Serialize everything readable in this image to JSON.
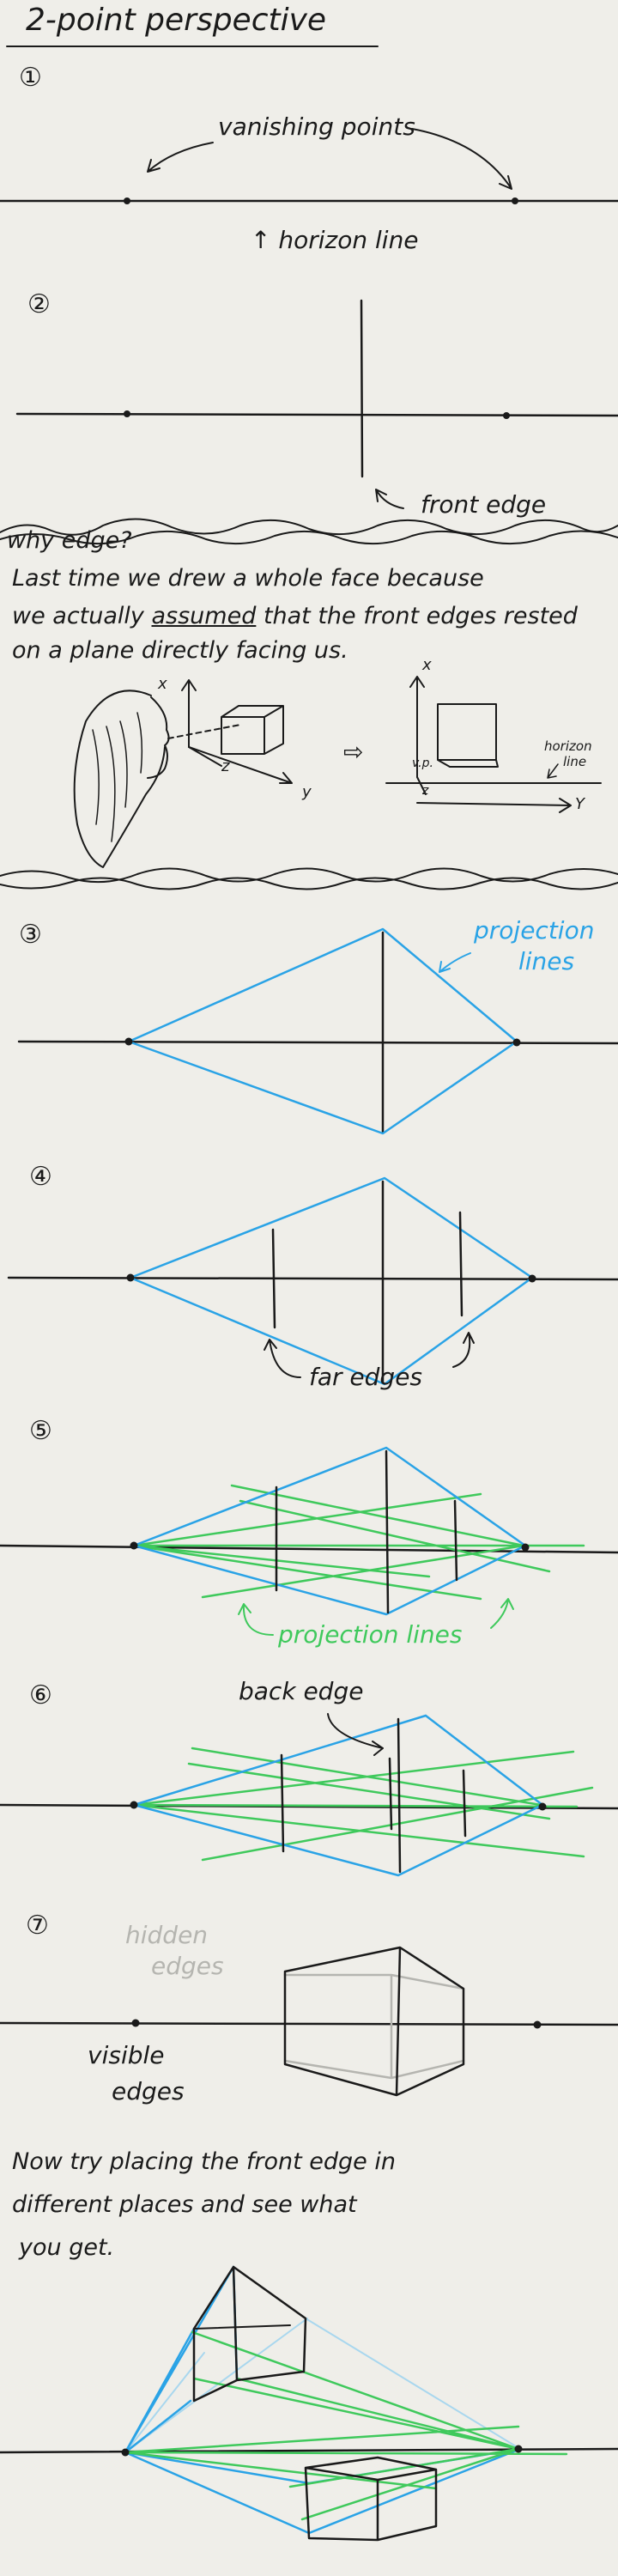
{
  "title": "2-point perspective",
  "steps": [
    "①",
    "②",
    "③",
    "④",
    "⑤",
    "⑥",
    "⑦"
  ],
  "labels": {
    "vanishing_points": "vanishing points",
    "horizon_line": "↑ horizon line",
    "front_edge": "front edge",
    "projection_lines": [
      "projection",
      "lines"
    ],
    "far_edges": "far edges",
    "projection_lines_green": "projection lines",
    "back_edge": "back edge",
    "hidden_edges": [
      "hidden",
      "edges"
    ],
    "visible_edges": [
      "visible",
      "edges"
    ]
  },
  "why_edge": {
    "heading": "why edge?",
    "line1": "Last time we drew a whole face because",
    "line2_a": "we actually",
    "line2_u": "assumed",
    "line2_b": "that the front edges rested",
    "line3": "on a plane directly facing us.",
    "axes_left": {
      "x": "x",
      "y": "y",
      "z": "z"
    },
    "axes_right": {
      "x": "x",
      "y": "Y",
      "vp": "v.p.",
      "z": "z"
    },
    "horizon_note": [
      "horizon",
      "line"
    ],
    "arrow": "⇨"
  },
  "closing": [
    "Now try placing the front edge in",
    "different places and see what",
    "you get."
  ],
  "colors": {
    "ink": "#1a1a1a",
    "blue": "#2aa3e6",
    "green": "#3fc95c",
    "grey": "#b5b5b0",
    "paper": "#efeee9"
  }
}
